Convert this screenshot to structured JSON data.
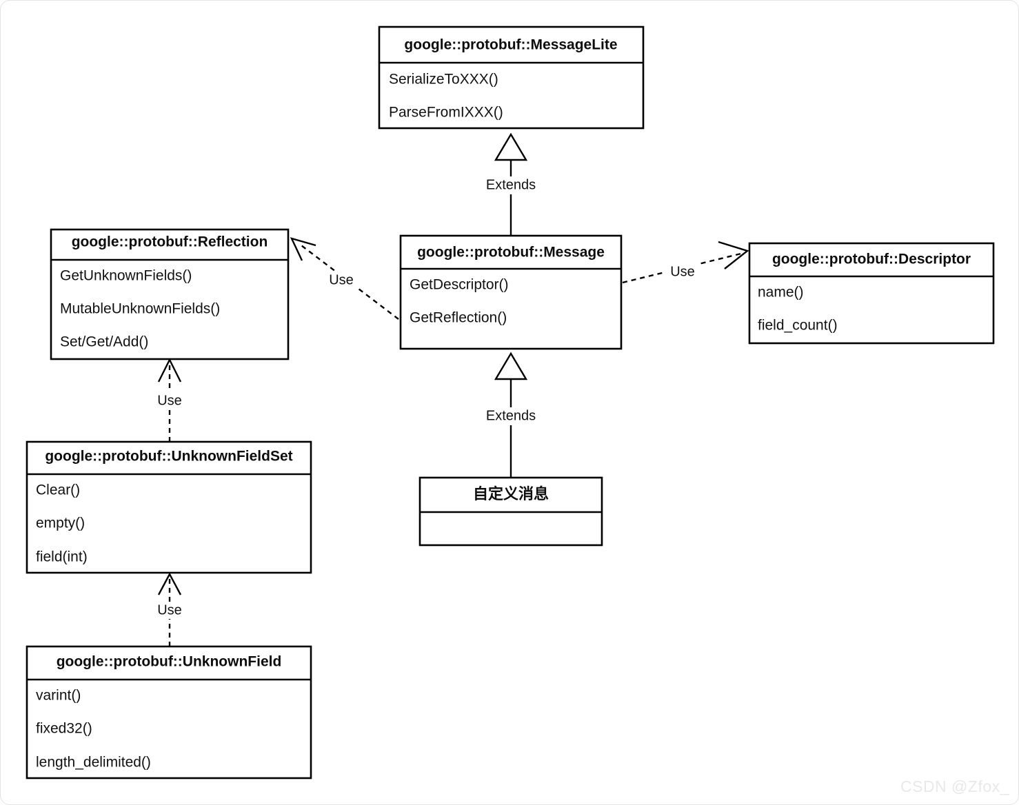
{
  "diagram": {
    "kind": "uml-class-diagram",
    "background_color": "#ffffff",
    "line_color": "#000000",
    "classes": [
      {
        "id": "message-lite",
        "title": "google::protobuf::MessageLite",
        "members": [
          "SerializeToXXX()",
          "ParseFromIXXX()"
        ]
      },
      {
        "id": "reflection",
        "title": "google::protobuf::Reflection",
        "members": [
          "GetUnknownFields()",
          "MutableUnknownFields()",
          "Set/Get/Add()"
        ]
      },
      {
        "id": "message",
        "title": "google::protobuf::Message",
        "members": [
          "GetDescriptor()",
          "GetReflection()"
        ]
      },
      {
        "id": "descriptor",
        "title": "google::protobuf::Descriptor",
        "members": [
          "name()",
          "field_count()"
        ]
      },
      {
        "id": "unknown-field-set",
        "title": "google::protobuf::UnknownFieldSet",
        "members": [
          "Clear()",
          "empty()",
          "field(int)"
        ]
      },
      {
        "id": "unknown-field",
        "title": "google::protobuf::UnknownField",
        "members": [
          "varint()",
          "fixed32()",
          "length_delimited()"
        ]
      },
      {
        "id": "custom-message",
        "title": "自定义消息",
        "members": []
      }
    ],
    "relations": [
      {
        "id": "message-extends-messagelite",
        "label": "Extends",
        "from": "message",
        "to": "message-lite",
        "style": "solid",
        "arrow": "hollow-triangle"
      },
      {
        "id": "custommessage-extends-message",
        "label": "Extends",
        "from": "custom-message",
        "to": "message",
        "style": "solid",
        "arrow": "hollow-triangle"
      },
      {
        "id": "message-uses-reflection",
        "label": "Use",
        "from": "message",
        "to": "reflection",
        "style": "dashed",
        "arrow": "open"
      },
      {
        "id": "message-uses-descriptor",
        "label": "Use",
        "from": "message",
        "to": "descriptor",
        "style": "dashed",
        "arrow": "open"
      },
      {
        "id": "unknownfieldset-uses-reflection",
        "label": "Use",
        "from": "unknown-field-set",
        "to": "reflection",
        "style": "dashed",
        "arrow": "open"
      },
      {
        "id": "unknownfield-uses-unknownfieldset",
        "label": "Use",
        "from": "unknown-field",
        "to": "unknown-field-set",
        "style": "dashed",
        "arrow": "open"
      }
    ]
  },
  "watermark": {
    "text": "CSDN @Zfox_",
    "color": "#e8e8e8"
  }
}
